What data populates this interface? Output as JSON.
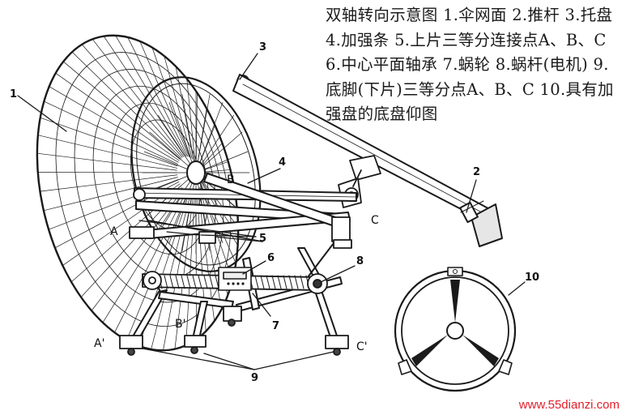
{
  "caption": "双轴转向示意图 1.伞网面 2.推杆 3.托盘 4.加强条 5.上片三等分连接点A、B、C 6.中心平面轴承 7.蜗轮 8.蜗杆(电机) 9.底脚(下片)三等分点A、B、C 10.具有加强盘的底盘仰图",
  "callouts": {
    "n1": "1",
    "n2": "2",
    "n3": "3",
    "n4": "4",
    "n5": "5",
    "n6": "6",
    "n7": "7",
    "n8": "8",
    "n9": "9",
    "n10": "10"
  },
  "points": {
    "A": "A",
    "B": "B",
    "C": "C",
    "A_prime": "A'",
    "B_prime": "B'",
    "C_prime": "C'"
  },
  "watermark": "www.55dianzi.com"
}
